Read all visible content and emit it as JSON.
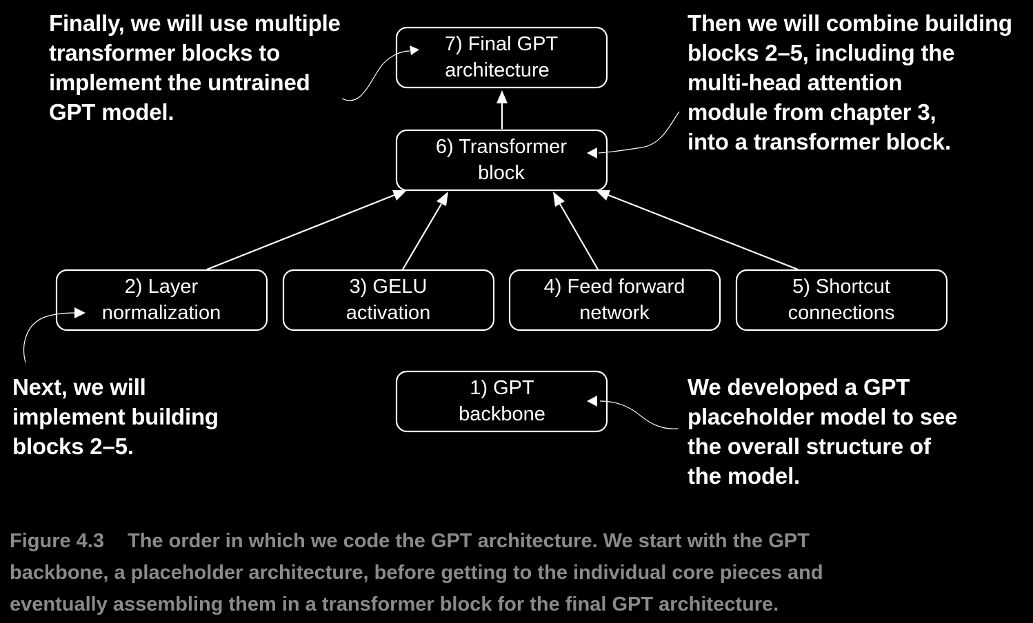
{
  "nodes": [
    {
      "id": "gpt-backbone",
      "lines": [
        "1) GPT",
        "backbone"
      ]
    },
    {
      "id": "layer-normalization",
      "lines": [
        "2) Layer",
        "normalization"
      ]
    },
    {
      "id": "gelu-activation",
      "lines": [
        "3) GELU",
        "activation"
      ]
    },
    {
      "id": "feed-forward-network",
      "lines": [
        "4) Feed forward",
        "network"
      ]
    },
    {
      "id": "shortcut-connections",
      "lines": [
        "5) Shortcut",
        "connections"
      ]
    },
    {
      "id": "transformer-block",
      "lines": [
        "6) Transformer",
        "block"
      ]
    },
    {
      "id": "final-gpt-architecture",
      "lines": [
        "7) Final GPT",
        "architecture"
      ]
    }
  ],
  "edges": [
    {
      "from": "layer-normalization",
      "to": "transformer-block"
    },
    {
      "from": "gelu-activation",
      "to": "transformer-block"
    },
    {
      "from": "feed-forward-network",
      "to": "transformer-block"
    },
    {
      "from": "shortcut-connections",
      "to": "transformer-block"
    },
    {
      "from": "transformer-block",
      "to": "final-gpt-architecture"
    }
  ],
  "annotations": {
    "final": {
      "target": "final-gpt-architecture",
      "lines": [
        "Finally, we will use multiple",
        "transformer blocks to",
        "implement the untrained",
        "GPT model."
      ]
    },
    "combine": {
      "target": "transformer-block",
      "lines": [
        "Then we will combine building",
        "blocks 2–5, including the",
        "multi-head attention",
        "module from chapter 3,",
        "into a transformer block."
      ]
    },
    "next": {
      "target": "layer-normalization",
      "lines": [
        "Next, we will",
        "implement building",
        "blocks 2–5."
      ]
    },
    "placeholder": {
      "target": "gpt-backbone",
      "lines": [
        "We developed a GPT",
        "placeholder model to see",
        "the overall structure of",
        "the model."
      ]
    }
  },
  "caption": {
    "label": "Figure 4.3",
    "lines": [
      "The order in which we code the GPT architecture. We start with the GPT",
      "backbone, a placeholder architecture, before getting to the individual core pieces and",
      "eventually assembling them in a transformer block for the final GPT architecture."
    ]
  },
  "colors": {
    "background": "#000000",
    "foreground": "#ffffff",
    "caption": "#8a8a8a"
  }
}
